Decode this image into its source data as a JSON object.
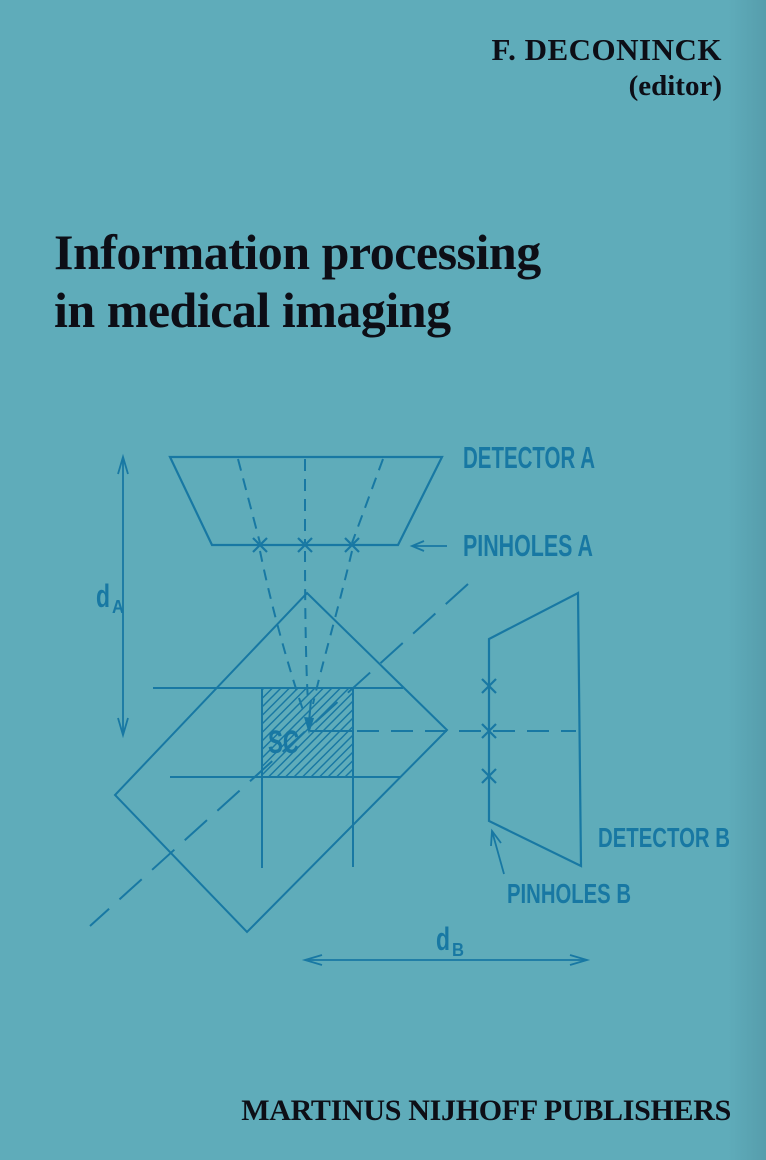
{
  "cover": {
    "author": "F. DECONINCK",
    "editor_note": "(editor)",
    "title_line1": "Information processing",
    "title_line2": "in medical imaging",
    "publisher": "MARTINUS NIJHOFF PUBLISHERS",
    "colors": {
      "background": "#5FACBA",
      "diagram": "#1878A3",
      "ink": "#0D0E16"
    }
  },
  "diagram": {
    "labels": {
      "detector_a": "DETECTOR A",
      "pinholes_a": "PINHOLES A",
      "detector_b": "DETECTOR B",
      "pinholes_b": "PINHOLES B",
      "scatter_label": "SC",
      "dim_a": {
        "main": "d",
        "sub": "A"
      },
      "dim_b": {
        "main": "d",
        "sub": "B"
      }
    }
  }
}
